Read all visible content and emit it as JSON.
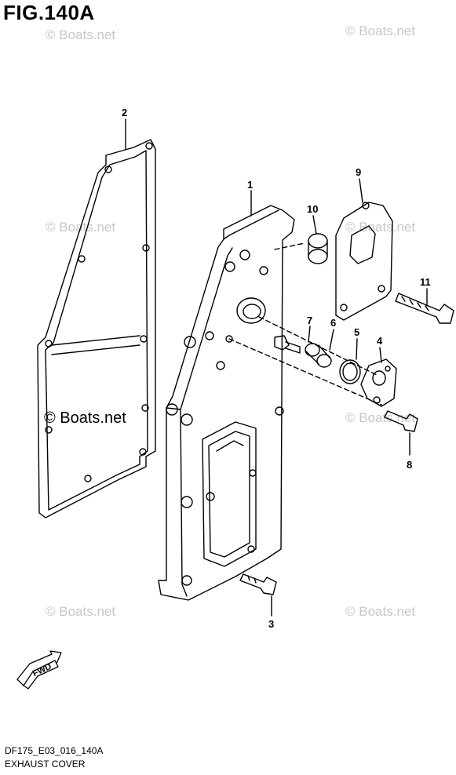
{
  "figure": {
    "title": "FIG.140A",
    "code": "DF175_E03_016_140A",
    "name": "EXHAUST COVER"
  },
  "fwd_label": "FWD",
  "watermark": "© Boats.net",
  "callouts": [
    {
      "id": "1",
      "label": "1"
    },
    {
      "id": "2",
      "label": "2"
    },
    {
      "id": "3",
      "label": "3"
    },
    {
      "id": "4",
      "label": "4"
    },
    {
      "id": "5",
      "label": "5"
    },
    {
      "id": "6",
      "label": "6"
    },
    {
      "id": "7",
      "label": "7"
    },
    {
      "id": "8",
      "label": "8"
    },
    {
      "id": "9",
      "label": "9"
    },
    {
      "id": "10",
      "label": "10"
    },
    {
      "id": "11",
      "label": "11"
    }
  ]
}
